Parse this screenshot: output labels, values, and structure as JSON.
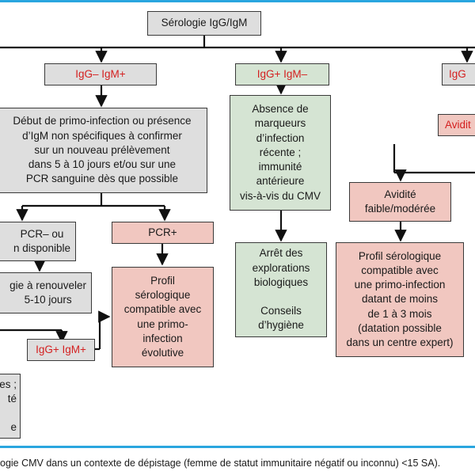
{
  "root": "Sérologie IgG/IgM",
  "branch1": {
    "header": "IgG– IgM+",
    "main": "Début de primo-infection ou présence\nd’IgM non spécifiques à confirmer\nsur un nouveau prélèvement\ndans 5 à 10 jours et/ou sur une\nPCR sanguine dès que possible",
    "pcr_neg": "PCR– ou\nn disponible",
    "pcr_pos": "PCR+",
    "renew": "gie à renouveler\n5-10 jours",
    "result_igg_igm": "IgG+ IgM+",
    "profile": "Profil\nsérologique\ncompatible avec\nune primo-\ninfection\névolutive",
    "partial_bottom": "es ;\nté\n\ne"
  },
  "branch2": {
    "header": "IgG+ IgM–",
    "absence": "Absence de\nmarqueurs\nd’infection\nrécente ;\nimmunité\nantérieure\nvis-à-vis du CMV",
    "arret": "Arrêt des\nexplorations\nbiologiques\n\nConseils\nd’hygiène"
  },
  "branch3": {
    "header_partial": "IgG",
    "avidity_partial": "Avidit",
    "avidity_low": "Avidité\nfaible/modérée",
    "profile": "Profil sérologique\ncompatible avec\nune primo-infection\ndatant de moins\nde 1 à 3 mois\n(datation possible\ndans un centre expert)"
  },
  "caption": "ogie CMV dans un contexte de dépistage (femme de statut immunitaire négatif ou inconnu) <15 SA)."
}
